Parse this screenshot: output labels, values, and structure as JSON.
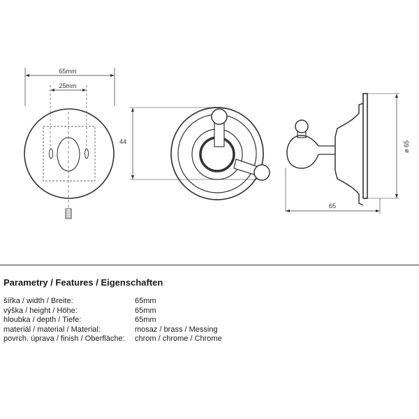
{
  "drawing": {
    "front_view": {
      "width_label": "65mm",
      "hole_spacing_label": "25mm"
    },
    "middle_view": {
      "height_label": "44"
    },
    "side_view": {
      "diameter_label": "ø 65",
      "depth_label": "65"
    }
  },
  "specs": {
    "title": "Parametry / Features / Eigenschaften",
    "rows": [
      {
        "label": "šířka / width / Breite:",
        "value": "65mm"
      },
      {
        "label": "výška / height / Höhe:",
        "value": "65mm"
      },
      {
        "label": "hloubka / depth / Tiefe:",
        "value": "65mm"
      },
      {
        "label": "materiál / material / Material:",
        "value": "mosaz / brass / Messing"
      },
      {
        "label": "povrch. úprava / finish / Oberfläche:",
        "value": "chrom / chrome / Chrome"
      }
    ]
  }
}
